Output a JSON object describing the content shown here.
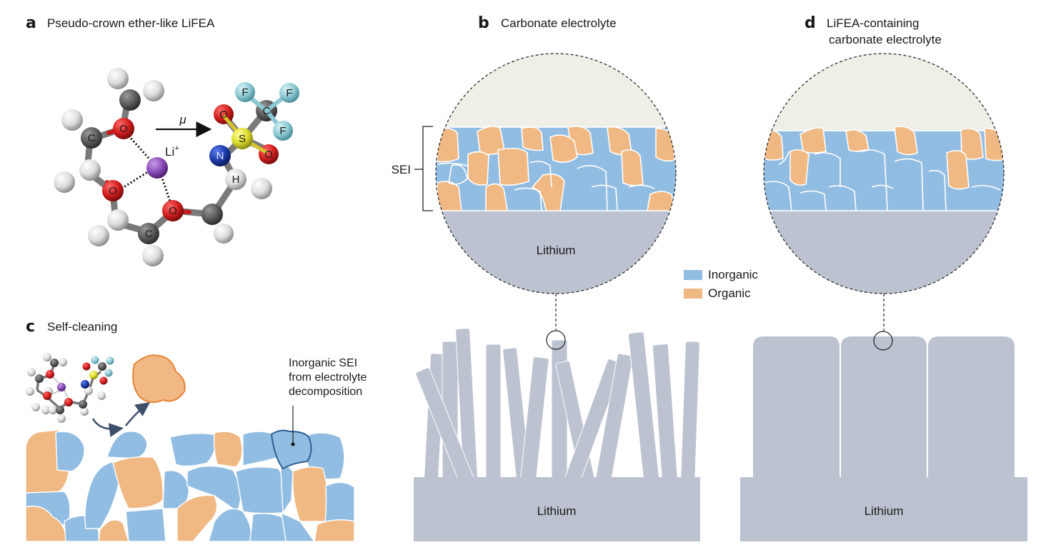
{
  "panels": {
    "a": {
      "letter": "a",
      "title": "Pseudo-crown ether-like LiFEA",
      "li_label": "Li",
      "li_charge": "+",
      "arrow_label": "μ",
      "atom_labels": {
        "carbon": "C",
        "oxygen": "O",
        "nitrogen": "N",
        "hydrogen": "H",
        "sulfur": "S",
        "fluorine": "F"
      }
    },
    "b": {
      "letter": "b",
      "title": "Carbonate electrolyte",
      "sei_label": "SEI",
      "zoom_lithium_label": "Lithium",
      "base_lithium_label": "Lithium"
    },
    "c": {
      "letter": "c",
      "title": "Self-cleaning",
      "callout": {
        "line1": "Inorganic SEI",
        "line2": "from electrolyte",
        "line3": "decomposition"
      }
    },
    "d": {
      "letter": "d",
      "title_line1": "LiFEA-containing",
      "title_line2": "carbonate electrolyte",
      "base_lithium_label": "Lithium"
    }
  },
  "legend": [
    {
      "label": "Inorganic",
      "color": "#92bde2"
    },
    {
      "label": "Organic",
      "color": "#f0b882"
    }
  ],
  "colors": {
    "inorganic": "#92bde2",
    "organic": "#f0b882",
    "lithium": "#bcc2d0",
    "electrolyte": "#efefe8",
    "highlight_outline": "#2d5f96",
    "organic_outline": "#e6843a"
  }
}
